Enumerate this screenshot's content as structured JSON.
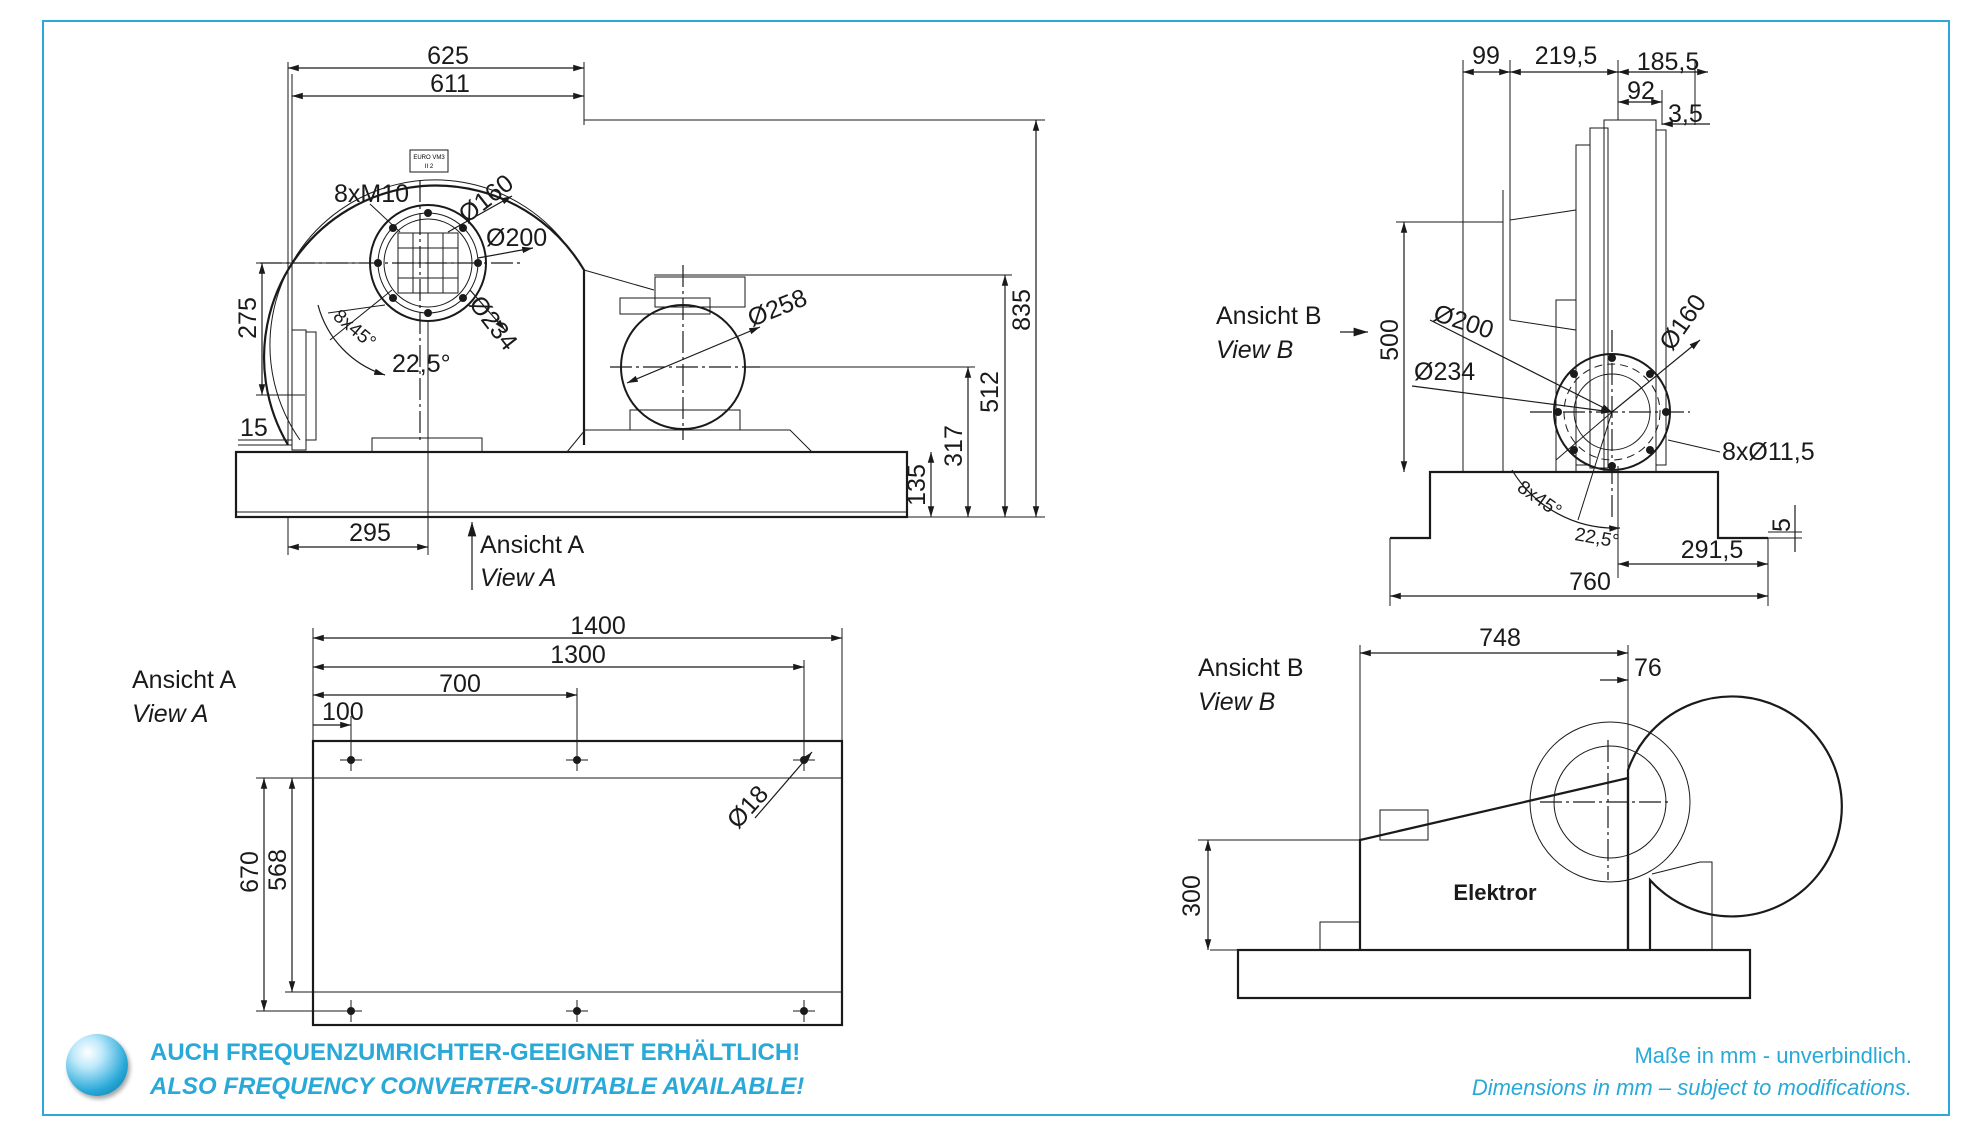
{
  "colors": {
    "accent": "#29a9d8",
    "line": "#1a1a1a"
  },
  "icons": {
    "bullet": "blue-sphere-icon"
  },
  "top_left": {
    "dims": {
      "w625": "625",
      "w611": "611",
      "h275": "275",
      "h835": "835",
      "h512": "512",
      "h317": "317",
      "h135": "135",
      "d15": "15",
      "d295": "295"
    },
    "labels": {
      "bolts": "8xM10",
      "d160": "Ø160",
      "d200": "Ø200",
      "d234": "Ø234",
      "d258": "Ø258",
      "angle_count": "8x45°",
      "angle": "22,5°",
      "nameplate": "EURO VM3 \n II 2"
    },
    "view_arrow": {
      "de": "Ansicht A",
      "en": "View A"
    }
  },
  "top_right": {
    "dims": {
      "d99": "99",
      "d219": "219,5",
      "d185": "185,5",
      "d92": "92",
      "d3": "3,5",
      "h500": "500",
      "d291": "291,5",
      "d760": "760",
      "d5": "5"
    },
    "labels": {
      "d200": "Ø200",
      "d234": "Ø234",
      "d160": "Ø160",
      "holes": "8xØ11,5",
      "angle_count": "8x45°",
      "angle": "22,5°"
    },
    "view_arrow": {
      "de": "Ansicht B",
      "en": "View B"
    }
  },
  "bottom_left": {
    "title": {
      "de": "Ansicht A",
      "en": "View A"
    },
    "dims": {
      "w1400": "1400",
      "w1300": "1300",
      "w700": "700",
      "w100": "100",
      "h670": "670",
      "h568": "568",
      "hole": "Ø18"
    }
  },
  "bottom_right": {
    "title": {
      "de": "Ansicht B",
      "en": "View B"
    },
    "dims": {
      "w748": "748",
      "w76": "76",
      "h300": "300"
    },
    "brand": "Elektror"
  },
  "footer": {
    "left_de": "AUCH FREQUENZUMRICHTER-GEEIGNET ERHÄLTLICH!",
    "left_en": "ALSO FREQUENCY CONVERTER-SUITABLE AVAILABLE!",
    "right_de": "Maße in mm - unverbindlich.",
    "right_en": "Dimensions in mm – subject to modifications."
  }
}
